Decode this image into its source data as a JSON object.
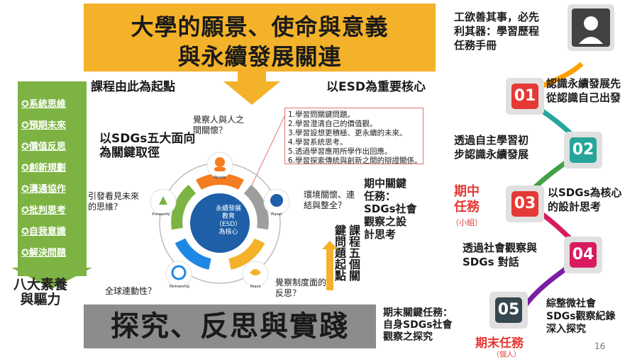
{
  "title": {
    "line1": "大學的願景、使命與意義",
    "line2": "與永續發展關連"
  },
  "left_column": {
    "competencies": [
      "✪系統思維",
      "✪預期未來",
      "✪價值反思",
      "✪創新規劃",
      "✪溝通協作",
      "✪批判思考",
      "✪自我意識",
      "✪解決問題"
    ],
    "footer_line1": "八大素養",
    "footer_line2": "與驅力"
  },
  "start_label": "課程由此為起點",
  "esd_label": "以ESD為重要核心",
  "sdgs_label_line1": "以SDGs五大面向",
  "sdgs_label_line2": "為關鍵取徑",
  "focus_points": [
    "1.學習問關鍵問題。",
    "2.學習澄清自己的價值觀。",
    "3.學習設想更積極、更永續的未來。",
    "4.學習系統思考。",
    "5.透過學習應用所學作出回應。",
    "6.學習探索傳統與創新之間的辯證關係。"
  ],
  "cycle": {
    "center_line1": "永續發展",
    "center_line2": "教育",
    "center_line3": "（ESD）",
    "center_line4": "為核心",
    "questions": {
      "people": "覺察人與人之間關懷？",
      "planet": "環境關懷、連結與整全？",
      "peace": "覺察制度面的反思？",
      "partnership": "全球連動性？",
      "prosperity": "引發看見未來的思維？"
    },
    "icon_labels": {
      "people": "People",
      "planet": "Planet",
      "peace": "Peace",
      "partnership": "Partnership",
      "prosperity": "Prosperity"
    }
  },
  "midterm_task": {
    "line1": "期中關鍵",
    "line2": "任務：",
    "line3": "SDGs社會",
    "line4": "觀察之設",
    "line5": "計思考"
  },
  "course_vertical": {
    "col1": "課程五個關",
    "col2": "鍵問題起點"
  },
  "bottom_title": "探究、反思與實踐",
  "final_task": {
    "line1": "期末關鍵任務：",
    "line2": "自身SDGs社會",
    "line3": "觀察之探究"
  },
  "roadmap": {
    "intro": {
      "line1": "工欲善其事，必先",
      "line2": "利其器：學習歷程",
      "line3": "任務手冊"
    },
    "steps": [
      {
        "num": "01",
        "line1": "認識永續發展先",
        "line2": "從認識自己出發"
      },
      {
        "num": "02",
        "line1": "透過自主學習初",
        "line2": "步認識永續發展"
      },
      {
        "num": "03",
        "line1": "以SDGs為核心",
        "line2": "的設計思考"
      },
      {
        "num": "04",
        "line1": "透過社會觀察與",
        "line2": "SDGs 對話"
      },
      {
        "num": "05",
        "line1": "綜整微社會",
        "line2": "SDGs觀察紀錄",
        "line3": "深入探究"
      }
    ],
    "mid_label": {
      "line1": "期中",
      "line2": "任務",
      "line3": "（小組）"
    },
    "final_label": "期末任務",
    "final_sub": "（個人）"
  },
  "page_number": "16",
  "colors": {
    "banner": "#f3b229",
    "green": "#7cb342",
    "red": "#e53935",
    "teal": "#26a69a",
    "pink": "#d81b60",
    "purple": "#7b1fa2",
    "gray": "#8c8c8c"
  }
}
